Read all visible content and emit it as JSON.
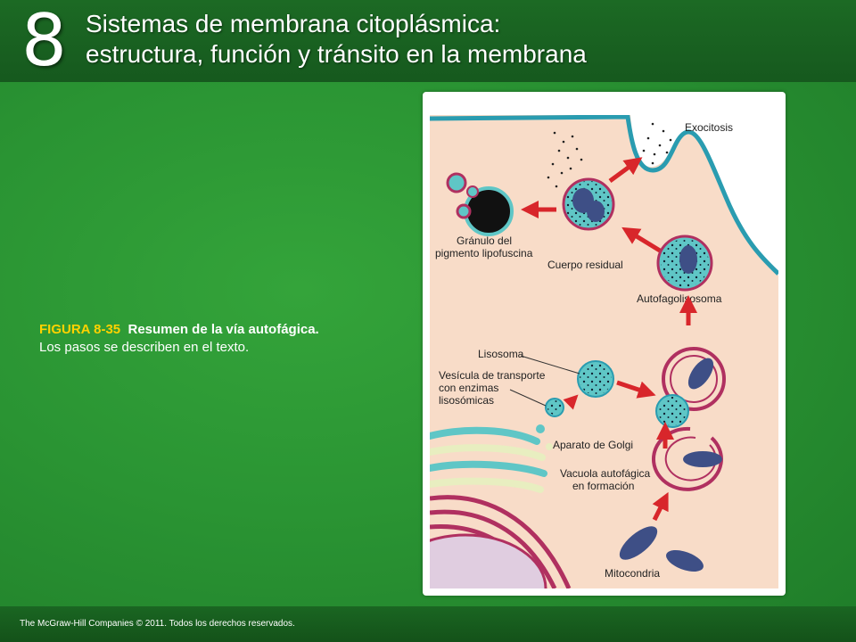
{
  "header": {
    "chapter": "8",
    "title_line1": "Sistemas de membrana citoplásmica:",
    "title_line2": "estructura, función y tránsito en la membrana"
  },
  "caption": {
    "figure_number": "FIGURA 8-35",
    "figure_title": "Resumen de la vía autofágica.",
    "text": "Los pasos se describen en el texto."
  },
  "diagram": {
    "labels": {
      "exocytosis": "Exocitosis",
      "granule_l1": "Gránulo del",
      "granule_l2": "pigmento lipofuscina",
      "residual_body": "Cuerpo residual",
      "autophagolysosome": "Autofagolisosoma",
      "lysosome": "Lisosoma",
      "vesicle_l1": "Vesícula de transporte",
      "vesicle_l2": "con enzimas",
      "vesicle_l3": "lisosómicas",
      "golgi": "Aparato de Golgi",
      "vacuole_l1": "Vacuola autofágica",
      "vacuole_l2": "en formación",
      "mitochondria": "Mitocondria"
    },
    "colors": {
      "cytoplasm": "#f8dcc8",
      "membrane": "#2a9cb0",
      "lysosome": "#5fc6c6",
      "autophagic": "#b03060",
      "mitochondrion": "#3e4f86",
      "arrow": "#d8262b",
      "nucleus": "#e0cde0"
    }
  },
  "footer": {
    "copyright": "The McGraw-Hill Companies © 2011. Todos los derechos reservados."
  }
}
